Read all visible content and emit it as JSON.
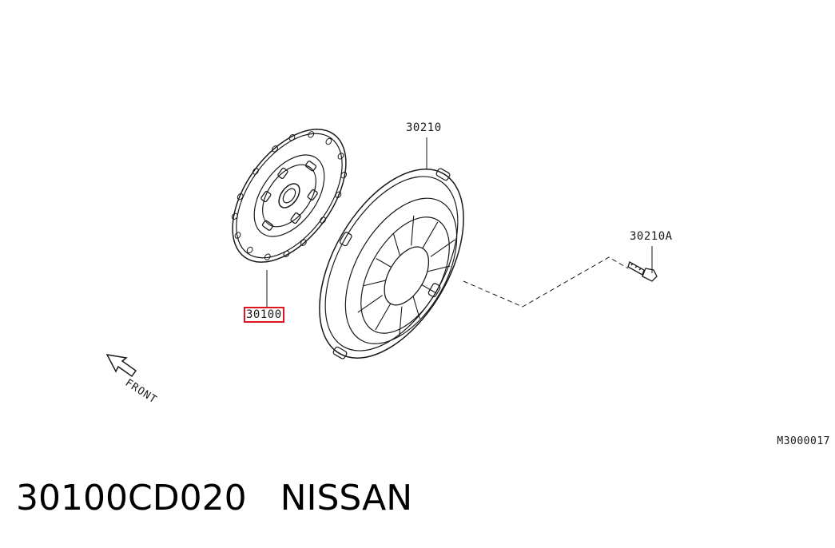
{
  "diagram": {
    "callouts": {
      "clutch_disc": "30100",
      "clutch_cover": "30210",
      "cover_bolt": "30210A"
    },
    "direction_label": "FRONT",
    "reference_code": "M3000017"
  },
  "caption": {
    "part_number": "30100CD020",
    "brand": "NISSAN"
  },
  "colors": {
    "line": "#1a1a1a",
    "highlight": "#e0141e"
  }
}
